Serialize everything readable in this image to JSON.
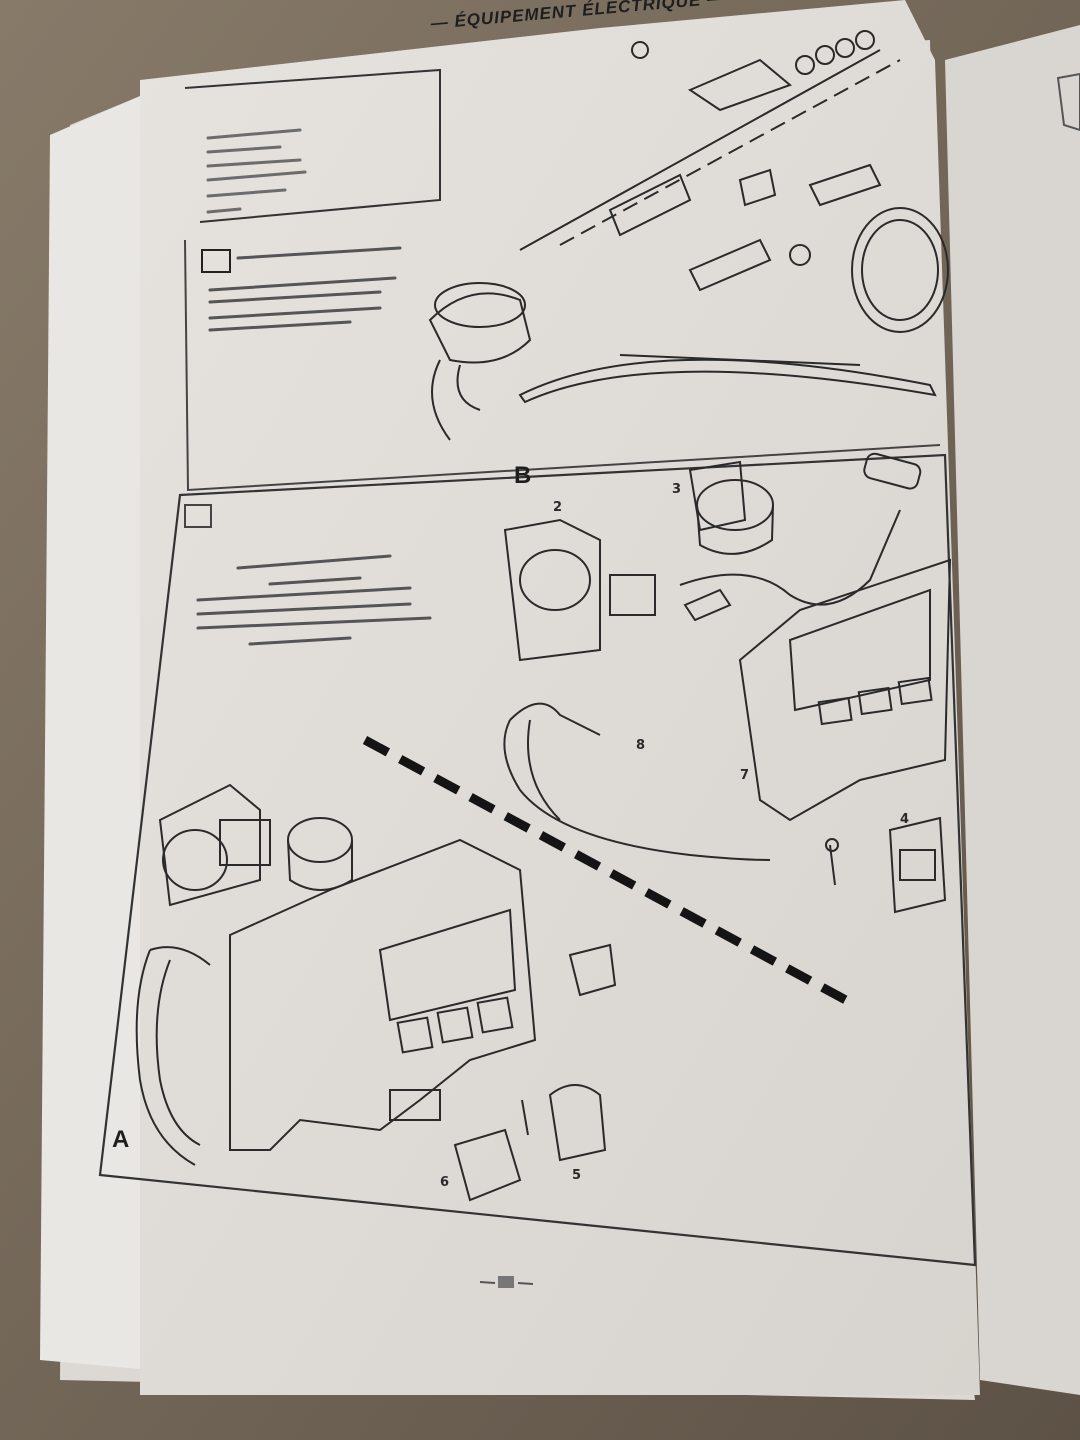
{
  "page": {
    "header": "— ÉQUIPEMENT ÉLECTRIQUE —",
    "figure_labels": {
      "a": "A",
      "b": "B"
    },
    "callouts": [
      "2",
      "3",
      "4",
      "5",
      "6",
      "7",
      "8"
    ]
  },
  "colors": {
    "background": "#6f6354",
    "paper": "#e4e1dc",
    "ink": "#2a2a2a"
  }
}
